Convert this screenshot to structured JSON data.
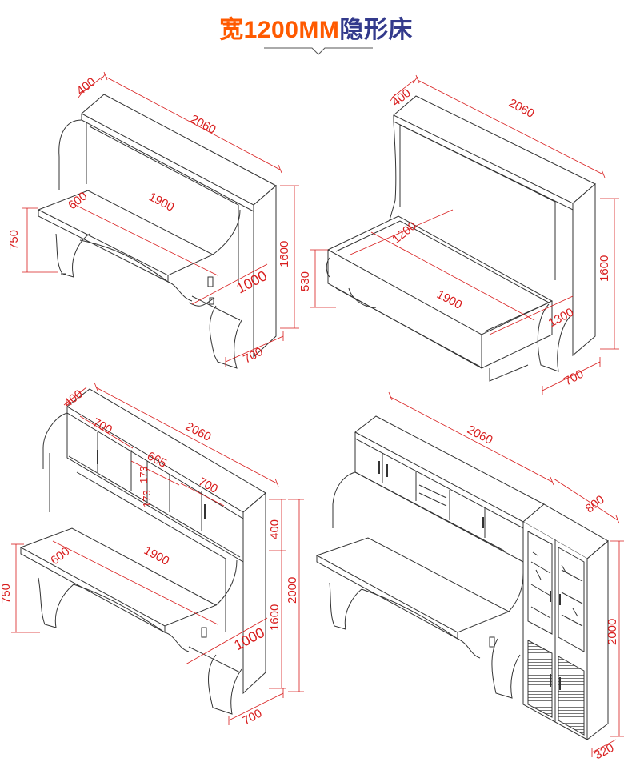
{
  "header": {
    "title_part1": "宽1200MM",
    "title_part2": "隐形床",
    "accent_color": "#ff5a00",
    "title_color": "#333a8c",
    "dimension_color": "#d81d1d"
  },
  "views": {
    "v1": {
      "depth": "400",
      "width": "2060",
      "desk_depth": "600",
      "desk_width": "1900",
      "desk_height": "750",
      "height": "1600",
      "bed_ext": "1000",
      "base": "700"
    },
    "v2": {
      "depth": "400",
      "width": "2060",
      "bed_width": "1200",
      "bed_length": "1900",
      "bed_height": "530",
      "height": "1600",
      "bed_depth": "1300",
      "base": "700"
    },
    "v3": {
      "depth": "400",
      "width": "2060",
      "cab_left": "700",
      "cab_mid": "665",
      "cab_right": "700",
      "shelf_h1": "173",
      "shelf_h2": "173",
      "desk_depth": "600",
      "desk_width": "1900",
      "desk_height": "750",
      "top_cab_h": "400",
      "bed_h": "1600",
      "total_h": "2000",
      "bed_ext": "1000",
      "base": "700"
    },
    "v4": {
      "width": "2060",
      "side_width": "800",
      "side_height": "2000",
      "side_depth": "320"
    }
  }
}
